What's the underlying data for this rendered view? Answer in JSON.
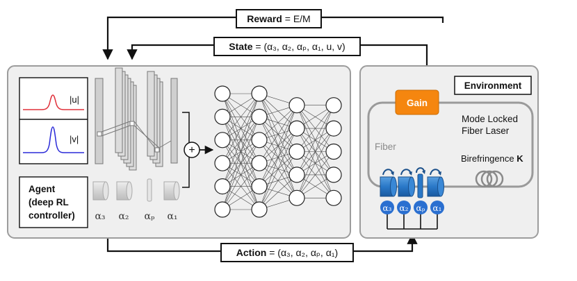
{
  "feedback": {
    "reward_bold": "Reward",
    "reward_rest": " = E/M",
    "state_bold": "State",
    "state_rest": " = (α₃, α₂, αₚ, α₁, u, v)",
    "action_bold": "Action",
    "action_rest": " = (α₃, α₂, αₚ, α₁)"
  },
  "agent": {
    "plot_u_label": "|u|",
    "plot_v_label": "|v|",
    "plus_symbol": "+",
    "name_line1": "Agent",
    "name_line2": "(deep RL",
    "name_line3": "controller)",
    "alpha_labels": [
      "α₃",
      "α₂",
      "αₚ",
      "α₁"
    ],
    "colors": {
      "u_trace": "#e0303a",
      "v_trace": "#2a2ad8"
    }
  },
  "network": {
    "layers": [
      6,
      6,
      5,
      5
    ]
  },
  "environment": {
    "title": "Environment",
    "gain_label": "Gain",
    "laser_line1": "Mode Locked",
    "laser_line2": "Fiber Laser",
    "fiber_label": "Fiber",
    "birefringence_text": "Birefringence ",
    "birefringence_bold": "K",
    "alpha_badges": [
      "α₃",
      "α₂",
      "αₚ",
      "α₁"
    ],
    "colors": {
      "gain": "#f5860f",
      "plate": "#2a78c8",
      "badge": "#2a6fd0"
    }
  }
}
